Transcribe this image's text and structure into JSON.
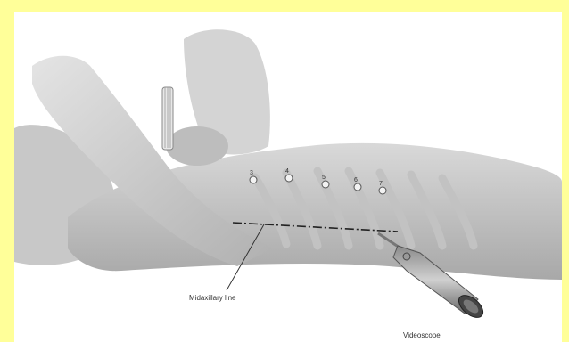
{
  "figure": {
    "background_color": "#ffff99",
    "labels": {
      "midaxillary_line": "Midaxillary line",
      "videoscope": "Videoscope"
    },
    "port_numbers": [
      "3",
      "4",
      "5",
      "6",
      "7"
    ]
  }
}
